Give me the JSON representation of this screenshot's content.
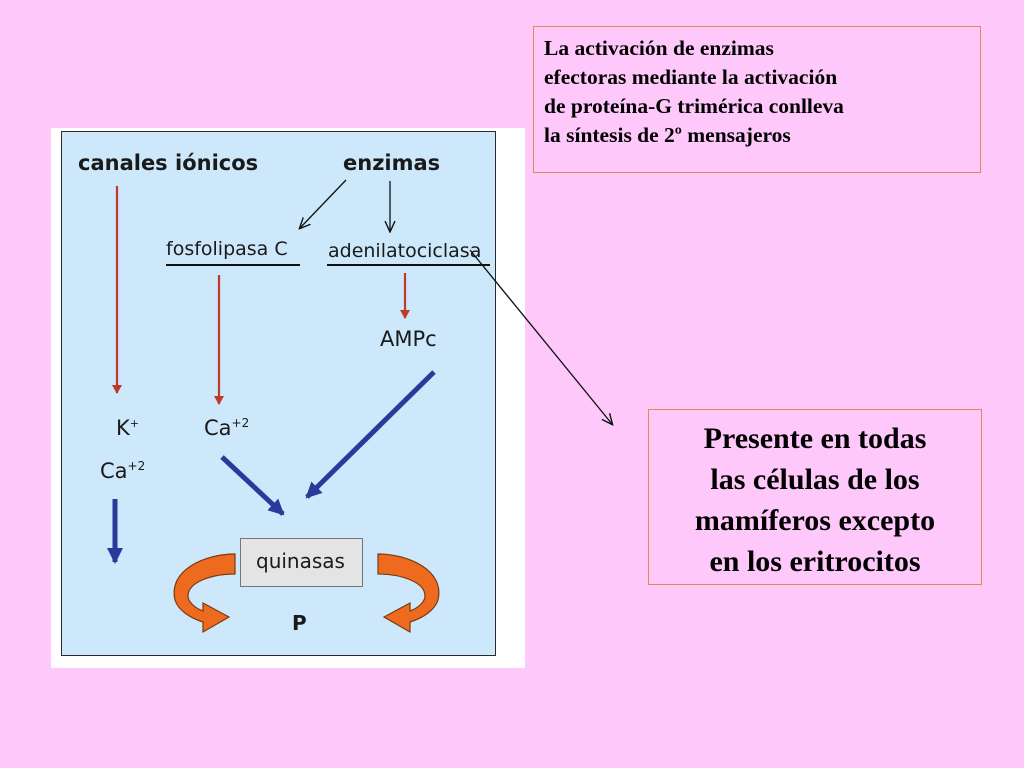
{
  "top_box": {
    "lines": [
      "La activación de enzimas",
      "efectoras mediante la activación",
      "de proteína-G trimérica conlleva",
      "la síntesis de 2º mensajeros"
    ]
  },
  "bottom_box": {
    "lines": [
      "Presente en todas",
      "las células de los",
      "mamíferos excepto",
      "en los eritrocitos"
    ]
  },
  "diagram": {
    "canales_ionicos": "canales iónicos",
    "enzimas": "enzimas",
    "fosfolipasa_c": "fosfolipasa C",
    "adenilatociclasa": "adenilatociclasa",
    "ampc": "AMPc",
    "k_base": "K",
    "k_sup": "+",
    "ca_left_base": "Ca",
    "ca_left_sup": "+2",
    "ca_mid_base": "Ca",
    "ca_mid_sup": "+2",
    "quinasas": "quinasas",
    "p": "P"
  },
  "colors": {
    "background": "#ffc8fb",
    "panel": "#cce8fa",
    "red_arrow": "#c0392b",
    "blue_arrow": "#2a3a9a",
    "orange_arrow": "#e8601a"
  }
}
